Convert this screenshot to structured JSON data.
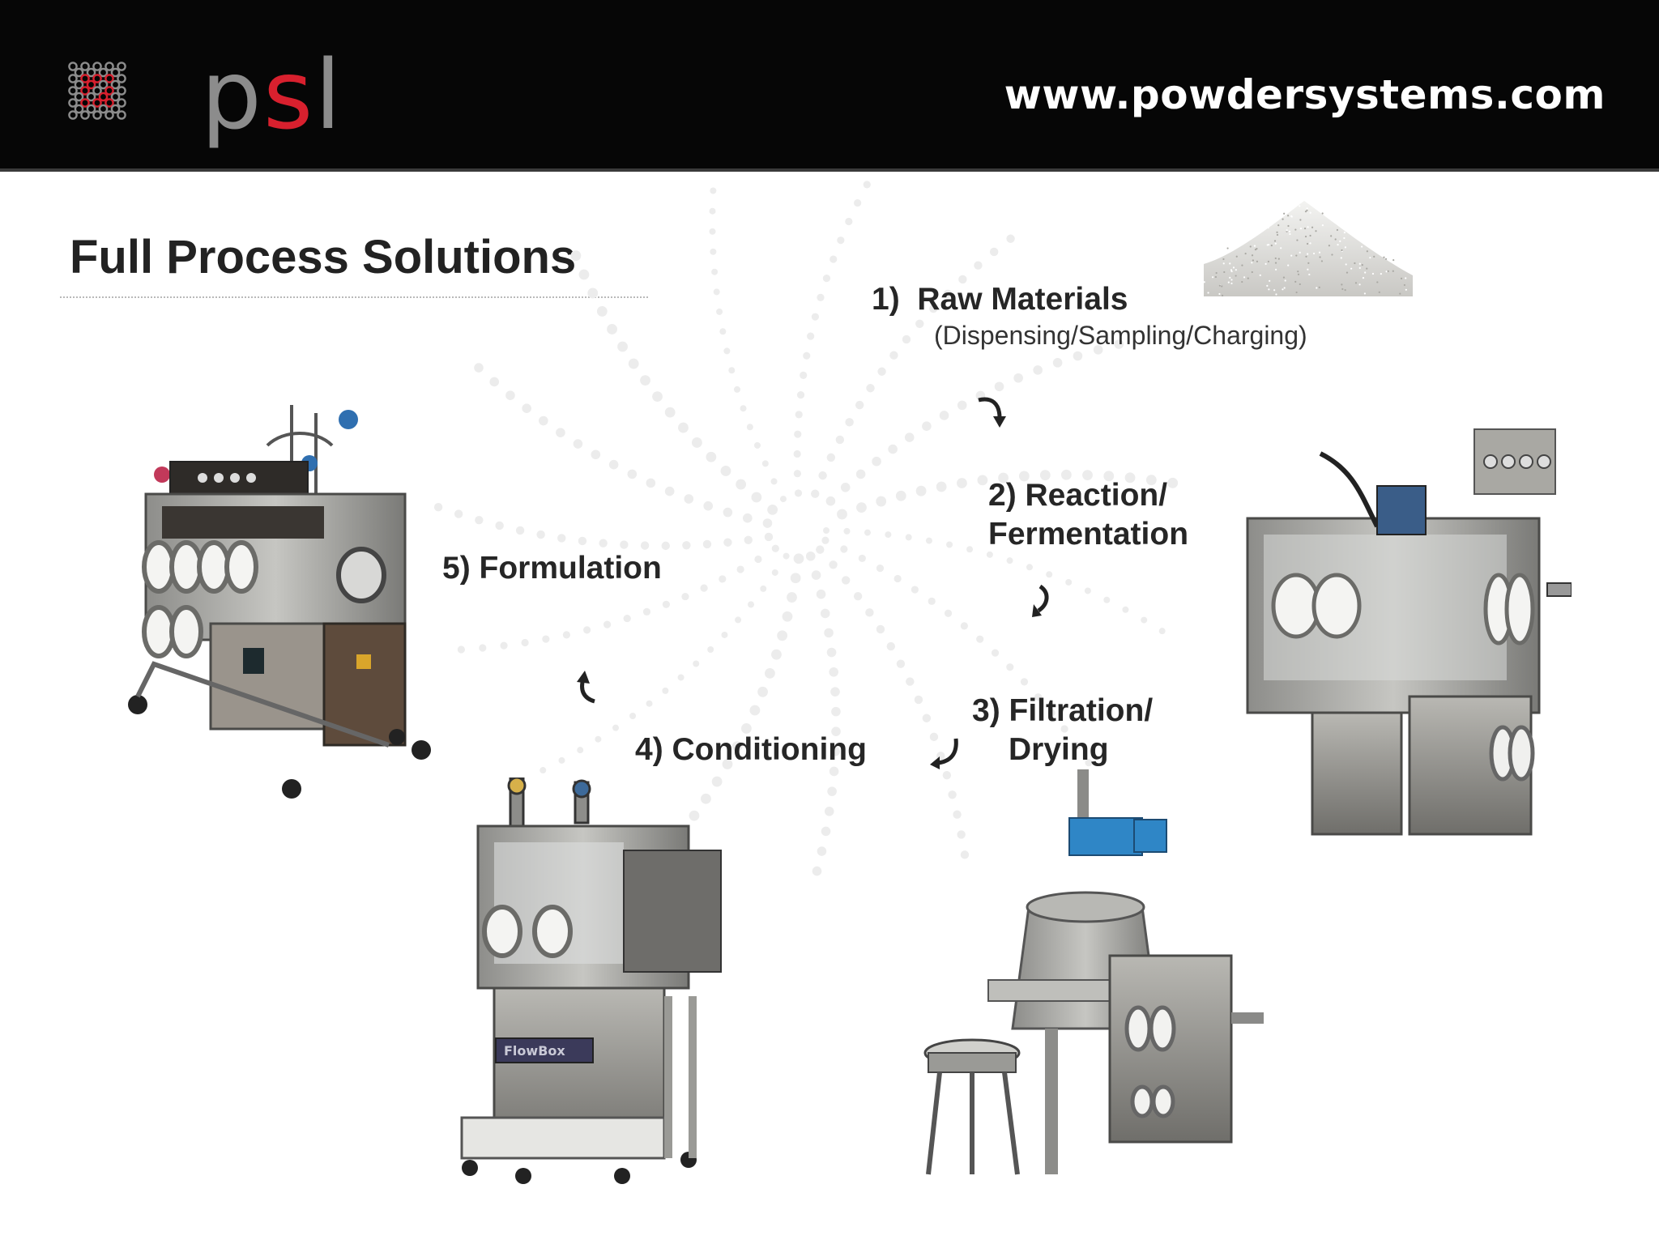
{
  "header": {
    "logo_text": {
      "p": "p",
      "s": "s",
      "l": "l"
    },
    "url": "www.powdersystems.com",
    "brand_colors": {
      "red": "#d8202e",
      "grey": "#8c8c8c",
      "bar": "#060606"
    }
  },
  "title": "Full Process Solutions",
  "steps": {
    "s1_number": "1)",
    "s1_label": "Raw Materials",
    "s1_sub": "(Dispensing/Sampling/Charging)",
    "s2_line1": "2) Reaction/",
    "s2_line2": "Fermentation",
    "s3_line1": "3) Filtration/",
    "s3_line2": "Drying",
    "s4": "4) Conditioning",
    "s5": "5) Formulation"
  },
  "images": {
    "powder": "powder-pile",
    "reaction": "isolator-machine",
    "filtration": "filter-dryer-machine",
    "conditioning": "flowbox-machine",
    "formulation": "glovebox-machine"
  },
  "flowbox_label": "FlowBox"
}
